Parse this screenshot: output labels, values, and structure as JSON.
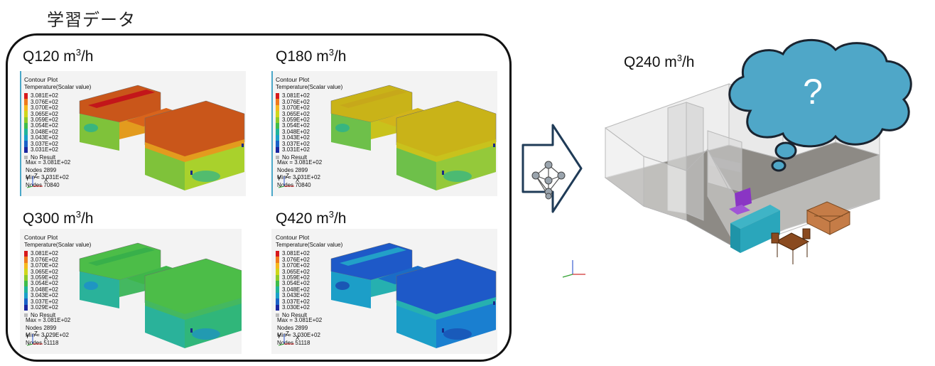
{
  "header": {
    "group_title": "学習データ"
  },
  "cases": [
    {
      "id": "q120",
      "label": "Q120 m",
      "exp": "3",
      "unit": "/h",
      "legend_title": "Contour Plot",
      "legend_sub": "Temperature(Scalar value)",
      "values": [
        "3.081E+02",
        "3.076E+02",
        "3.070E+02",
        "3.065E+02",
        "3.059E+02",
        "3.054E+02",
        "3.048E+02",
        "3.043E+02",
        "3.037E+02",
        "3.031E+02"
      ],
      "no_result": "No Result",
      "max": "Max = 3.081E+02",
      "nodes_max": "Nodes 2899",
      "min": "Min = 3.031E+02",
      "nodes_min": "Nodes 70840"
    },
    {
      "id": "q180",
      "label": "Q180 m",
      "exp": "3",
      "unit": "/h",
      "legend_title": "Contour Plot",
      "legend_sub": "Temperature(Scalar value)",
      "values": [
        "3.081E+02",
        "3.076E+02",
        "3.070E+02",
        "3.065E+02",
        "3.059E+02",
        "3.054E+02",
        "3.048E+02",
        "3.043E+02",
        "3.037E+02",
        "3.031E+02"
      ],
      "no_result": "No Result",
      "max": "Max = 3.081E+02",
      "nodes_max": "Nodes 2899",
      "min": "Min = 3.031E+02",
      "nodes_min": "Nodes 70840"
    },
    {
      "id": "q300",
      "label": "Q300 m",
      "exp": "3",
      "unit": "/h",
      "legend_title": "Contour Plot",
      "legend_sub": "Temperature(Scalar value)",
      "values": [
        "3.081E+02",
        "3.076E+02",
        "3.070E+02",
        "3.065E+02",
        "3.059E+02",
        "3.054E+02",
        "3.048E+02",
        "3.043E+02",
        "3.037E+02",
        "3.029E+02"
      ],
      "no_result": "No Result",
      "max": "Max = 3.081E+02",
      "nodes_max": "Nodes 2899",
      "min": "Min = 3.029E+02",
      "nodes_min": "Nodes 51118"
    },
    {
      "id": "q420",
      "label": "Q420 m",
      "exp": "3",
      "unit": "/h",
      "legend_title": "Contour Plot",
      "legend_sub": "Temperature(Scalar value)",
      "values": [
        "3.081E+02",
        "3.076E+02",
        "3.070E+02",
        "3.065E+02",
        "3.059E+02",
        "3.054E+02",
        "3.048E+02",
        "3.043E+02",
        "3.037E+02",
        "3.030E+02"
      ],
      "no_result": "No Result",
      "max": "Max = 3.081E+02",
      "nodes_max": "Nodes 2899",
      "min": "Min = 3.030E+02",
      "nodes_min": "Nodes 51118"
    }
  ],
  "prediction": {
    "label": "Q240 m",
    "exp": "3",
    "unit": "/h",
    "question": "?"
  },
  "triad": {
    "x": "X",
    "y": "Y",
    "z": "Z"
  },
  "colors": {
    "legend": [
      "#d7191c",
      "#f07a1c",
      "#f6b81c",
      "#cfd61a",
      "#8ccb2a",
      "#3fbd4a",
      "#20b49a",
      "#1aa0c9",
      "#1a62c7",
      "#1a26a0"
    ],
    "cloud_fill": "#4fa7c8",
    "arrow_stroke": "#1f3b57"
  },
  "icons": {
    "arrow": "network-arrow-icon",
    "cloud": "thought-cloud-icon"
  }
}
